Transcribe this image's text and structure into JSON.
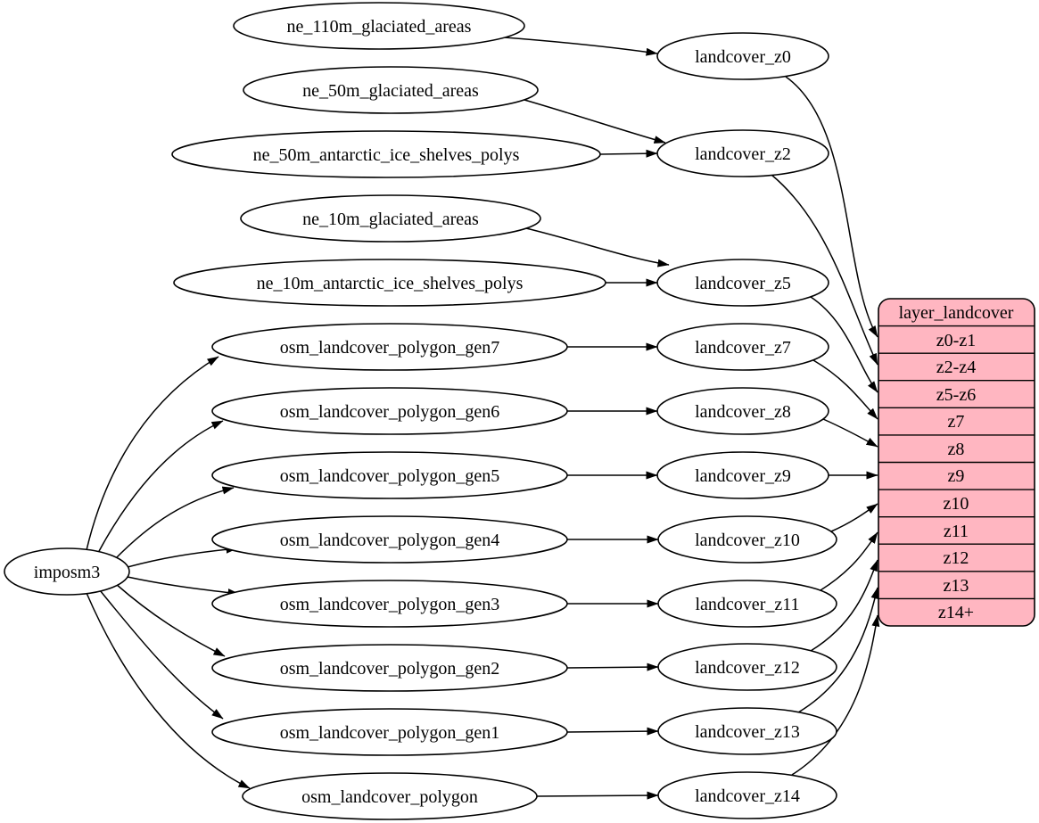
{
  "diagram": {
    "colors": {
      "background": "#ffffff",
      "node_fill": "#ffffff",
      "edge": "#000000",
      "record_fill": "#ffb6c1"
    },
    "root": {
      "label": "imposm3"
    },
    "sources": [
      {
        "label": "ne_110m_glaciated_areas"
      },
      {
        "label": "ne_50m_glaciated_areas"
      },
      {
        "label": "ne_50m_antarctic_ice_shelves_polys"
      },
      {
        "label": "ne_10m_glaciated_areas"
      },
      {
        "label": "ne_10m_antarctic_ice_shelves_polys"
      },
      {
        "label": "osm_landcover_polygon_gen7"
      },
      {
        "label": "osm_landcover_polygon_gen6"
      },
      {
        "label": "osm_landcover_polygon_gen5"
      },
      {
        "label": "osm_landcover_polygon_gen4"
      },
      {
        "label": "osm_landcover_polygon_gen3"
      },
      {
        "label": "osm_landcover_polygon_gen2"
      },
      {
        "label": "osm_landcover_polygon_gen1"
      },
      {
        "label": "osm_landcover_polygon"
      }
    ],
    "intermediates": [
      {
        "label": "landcover_z0"
      },
      {
        "label": "landcover_z2"
      },
      {
        "label": "landcover_z5"
      },
      {
        "label": "landcover_z7"
      },
      {
        "label": "landcover_z8"
      },
      {
        "label": "landcover_z9"
      },
      {
        "label": "landcover_z10"
      },
      {
        "label": "landcover_z11"
      },
      {
        "label": "landcover_z12"
      },
      {
        "label": "landcover_z13"
      },
      {
        "label": "landcover_z14"
      }
    ],
    "record": {
      "title": "layer_landcover",
      "fill": "#ffb6c1",
      "rows": [
        "z0-z1",
        "z2-z4",
        "z5-z6",
        "z7",
        "z8",
        "z9",
        "z10",
        "z11",
        "z12",
        "z13",
        "z14+"
      ]
    },
    "edges": [
      {
        "from": "imposm3",
        "to": "osm_landcover_polygon_gen7"
      },
      {
        "from": "imposm3",
        "to": "osm_landcover_polygon_gen6"
      },
      {
        "from": "imposm3",
        "to": "osm_landcover_polygon_gen5"
      },
      {
        "from": "imposm3",
        "to": "osm_landcover_polygon_gen4"
      },
      {
        "from": "imposm3",
        "to": "osm_landcover_polygon_gen3"
      },
      {
        "from": "imposm3",
        "to": "osm_landcover_polygon_gen2"
      },
      {
        "from": "imposm3",
        "to": "osm_landcover_polygon_gen1"
      },
      {
        "from": "imposm3",
        "to": "osm_landcover_polygon"
      },
      {
        "from": "ne_110m_glaciated_areas",
        "to": "landcover_z0"
      },
      {
        "from": "ne_50m_glaciated_areas",
        "to": "landcover_z2"
      },
      {
        "from": "ne_50m_antarctic_ice_shelves_polys",
        "to": "landcover_z2"
      },
      {
        "from": "ne_10m_glaciated_areas",
        "to": "landcover_z5"
      },
      {
        "from": "ne_10m_antarctic_ice_shelves_polys",
        "to": "landcover_z5"
      },
      {
        "from": "osm_landcover_polygon_gen7",
        "to": "landcover_z7"
      },
      {
        "from": "osm_landcover_polygon_gen6",
        "to": "landcover_z8"
      },
      {
        "from": "osm_landcover_polygon_gen5",
        "to": "landcover_z9"
      },
      {
        "from": "osm_landcover_polygon_gen4",
        "to": "landcover_z10"
      },
      {
        "from": "osm_landcover_polygon_gen3",
        "to": "landcover_z11"
      },
      {
        "from": "osm_landcover_polygon_gen2",
        "to": "landcover_z12"
      },
      {
        "from": "osm_landcover_polygon_gen1",
        "to": "landcover_z13"
      },
      {
        "from": "osm_landcover_polygon",
        "to": "landcover_z14"
      },
      {
        "from": "landcover_z0",
        "to": "layer_landcover",
        "port": "z0-z1"
      },
      {
        "from": "landcover_z2",
        "to": "layer_landcover",
        "port": "z2-z4"
      },
      {
        "from": "landcover_z5",
        "to": "layer_landcover",
        "port": "z5-z6"
      },
      {
        "from": "landcover_z7",
        "to": "layer_landcover",
        "port": "z7"
      },
      {
        "from": "landcover_z8",
        "to": "layer_landcover",
        "port": "z8"
      },
      {
        "from": "landcover_z9",
        "to": "layer_landcover",
        "port": "z9"
      },
      {
        "from": "landcover_z10",
        "to": "layer_landcover",
        "port": "z10"
      },
      {
        "from": "landcover_z11",
        "to": "layer_landcover",
        "port": "z11"
      },
      {
        "from": "landcover_z12",
        "to": "layer_landcover",
        "port": "z12"
      },
      {
        "from": "landcover_z13",
        "to": "layer_landcover",
        "port": "z13"
      },
      {
        "from": "landcover_z14",
        "to": "layer_landcover",
        "port": "z14+"
      }
    ]
  }
}
